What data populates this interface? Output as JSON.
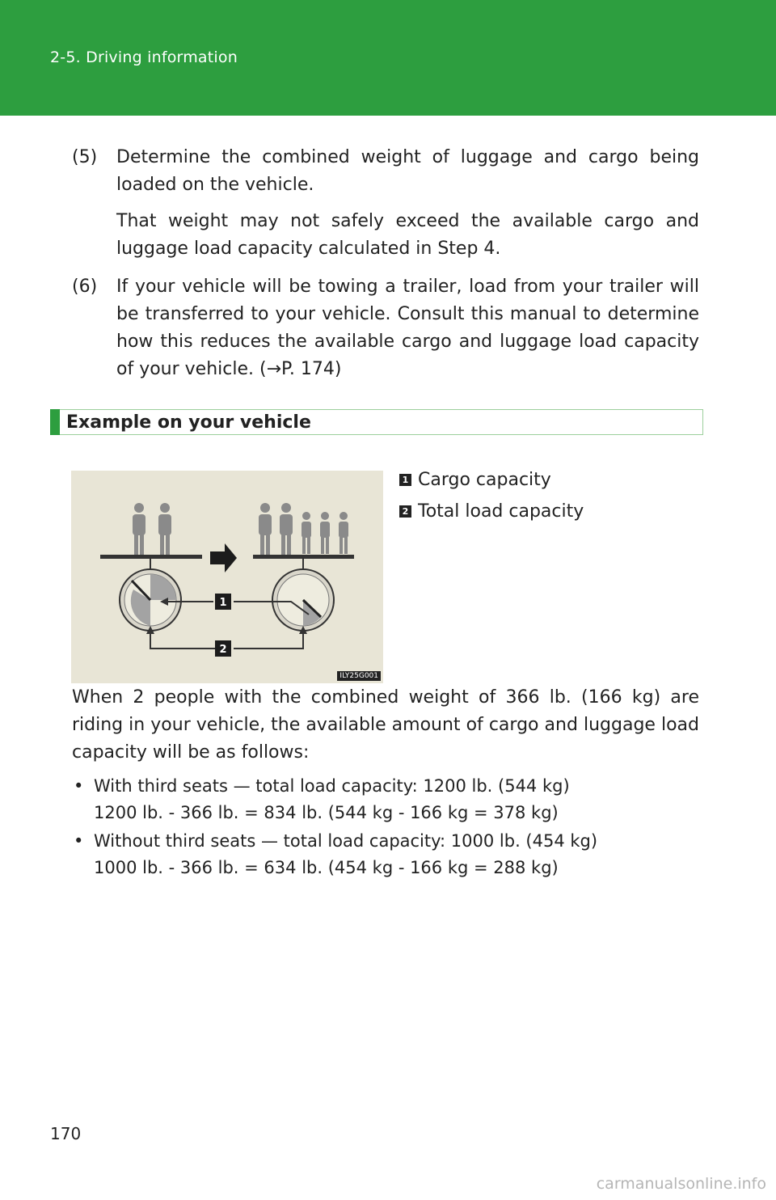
{
  "header": {
    "section": "2-5. Driving information"
  },
  "steps": [
    {
      "num": "(5)",
      "paragraphs": [
        "Determine the combined weight of luggage and cargo being loaded on the vehicle.",
        "That weight may not safely exceed the available cargo and luggage load capacity calculated in Step 4."
      ]
    },
    {
      "num": "(6)",
      "paragraphs": [
        "If your vehicle will be towing a trailer, load from your trailer will be transferred to your vehicle. Consult this manual to determine how this reduces the available cargo and luggage load capacity of your vehicle. (→P. 174)"
      ]
    }
  ],
  "example": {
    "title": "Example on your vehicle",
    "figure_code": "ILY25G001",
    "callouts": [
      "1",
      "2"
    ],
    "legend": [
      {
        "num": "1",
        "label": "Cargo capacity"
      },
      {
        "num": "2",
        "label": "Total load capacity"
      }
    ],
    "paragraph": "When 2 people with the combined weight of 366 lb. (166 kg) are riding in your vehicle, the available amount of cargo and luggage load capacity will be as follows:",
    "bullets": [
      {
        "mark": "•",
        "line1": "With third seats — total load capacity: 1200 lb. (544 kg)",
        "line2": "1200 lb. - 366 lb. = 834 lb. (544 kg - 166 kg = 378 kg)"
      },
      {
        "mark": "•",
        "line1": "Without third seats — total load capacity: 1000 lb. (454 kg)",
        "line2": "1000 lb. - 366 lb. = 634 lb. (454 kg - 166 kg = 288 kg)"
      }
    ]
  },
  "footer": {
    "page_number": "170",
    "watermark": "carmanualsonline.info"
  }
}
